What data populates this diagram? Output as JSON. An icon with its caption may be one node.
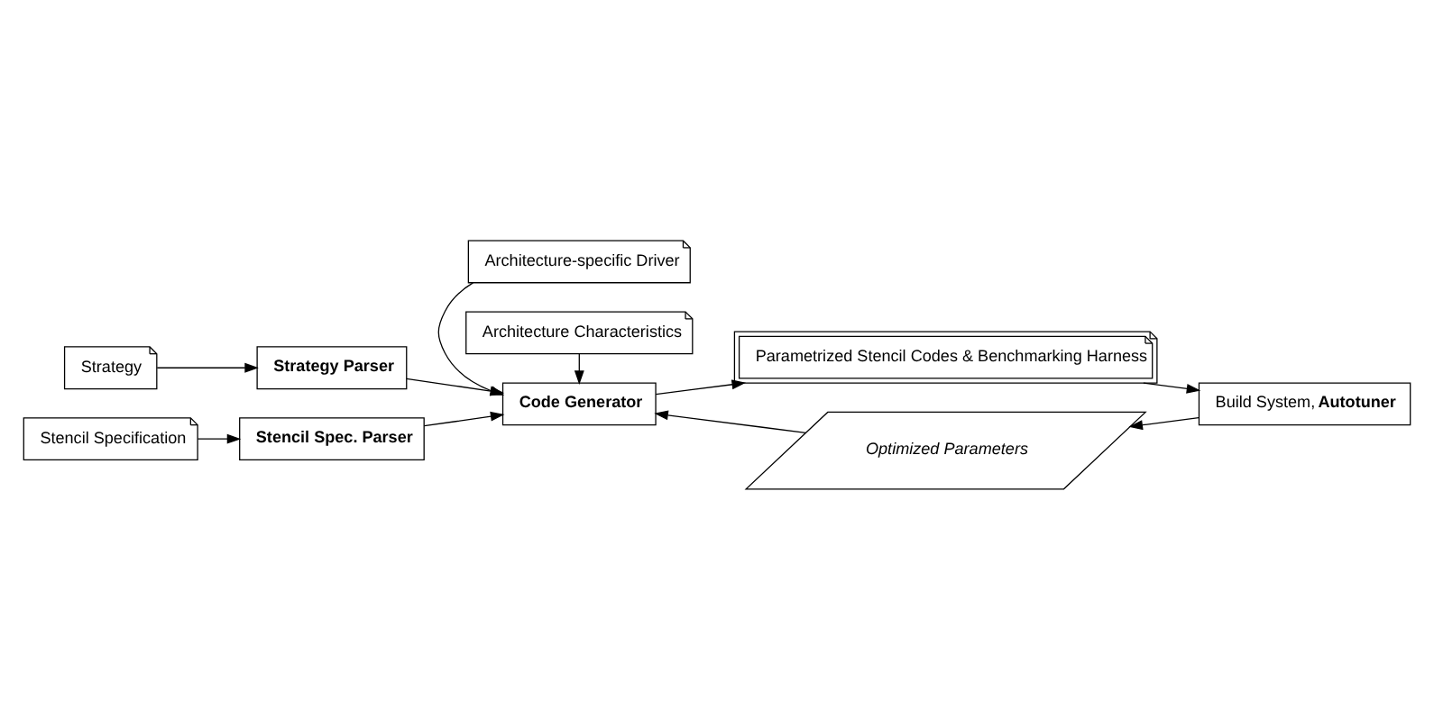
{
  "diagram": {
    "nodes": [
      {
        "text": [
          "Strategy"
        ]
      },
      {
        "text": [
          "Strategy Parser"
        ]
      },
      {
        "text": [
          "Stencil Specification"
        ]
      },
      {
        "text": [
          "Stencil Spec. Parser"
        ]
      },
      {
        "text": [
          "Architecture-specific Driver"
        ]
      },
      {
        "text": [
          "Architecture Characteristics"
        ]
      },
      {
        "text": [
          "Code Generator"
        ]
      },
      {
        "text": [
          "Optimized Parameters"
        ]
      },
      {
        "text": [
          "Parametrized Stencil Codes & Benchmarking Harness"
        ]
      },
      {
        "text": [
          "Build System, **Autotuner**"
        ]
      }
    ],
    "edges": [
      {
        "from": 0,
        "to": 1,
        "arrow": "to"
      },
      {
        "from": 2,
        "to": 3,
        "arrow": "to"
      },
      {
        "from": 1,
        "to": 6,
        "arrow": "to"
      },
      {
        "from": 3,
        "to": 6,
        "arrow": "to"
      },
      {
        "from": 4,
        "to": 6,
        "arrow": "to"
      },
      {
        "from": 5,
        "to": 6,
        "arrow": "to"
      },
      {
        "from": 7,
        "to": 6,
        "arrow": "to"
      },
      {
        "from": 6,
        "to": 8,
        "arrow": "to"
      },
      {
        "from": 8,
        "to": 9,
        "arrow": "to"
      },
      {
        "from": 9,
        "to": 7,
        "arrow": "to"
      }
    ]
  }
}
